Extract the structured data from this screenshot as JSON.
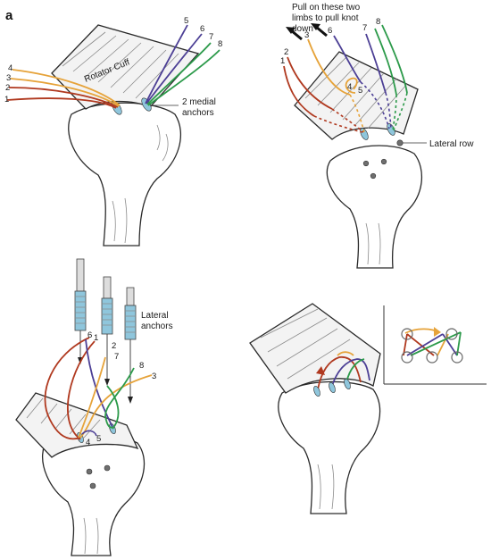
{
  "panel_letter": "a",
  "labels": {
    "rotator_cuff": "Rotator Cuff",
    "medial_anchors_1": "2 medial",
    "medial_anchors_2": "anchors",
    "pull_1": "Pull on these two",
    "pull_2": "limbs to pull knot",
    "pull_3": "down",
    "lateral_row": "Lateral row",
    "lateral_anchors_1": "Lateral",
    "lateral_anchors_2": "anchors"
  },
  "numbers": {
    "p1": [
      "1",
      "2",
      "3",
      "4",
      "5",
      "6",
      "7",
      "8"
    ],
    "p2": [
      "1",
      "2",
      "3",
      "4",
      "5",
      "6",
      "7",
      "8"
    ],
    "p3": [
      "1",
      "2",
      "3",
      "4",
      "5",
      "6",
      "7",
      "8"
    ]
  },
  "colors": {
    "red": "#b0391f",
    "orange": "#e6a33a",
    "purple": "#4c3f95",
    "green": "#2c9a4a",
    "anchor_blue": "#8fc6dc"
  }
}
